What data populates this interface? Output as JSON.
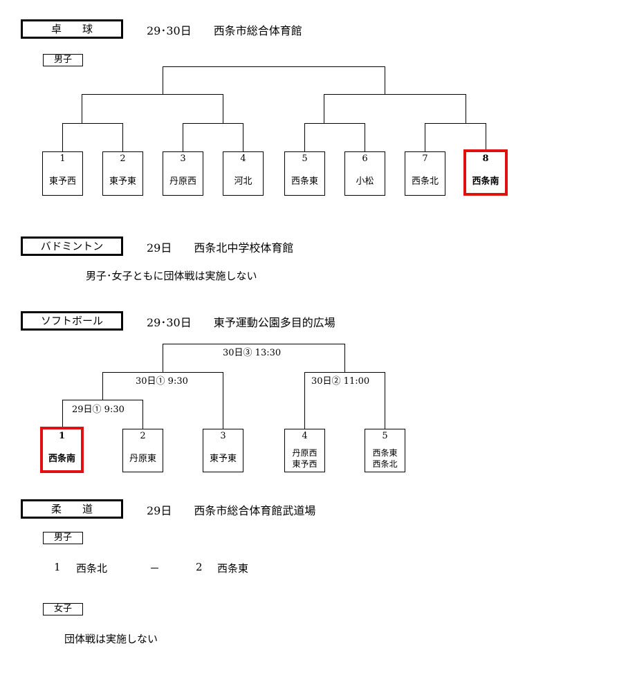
{
  "table_tennis": {
    "title": "卓　　球",
    "info": "29･30日　　西条市総合体育館",
    "division": "男子",
    "teams": [
      {
        "num": "1",
        "name": "東予西"
      },
      {
        "num": "2",
        "name": "東予東"
      },
      {
        "num": "3",
        "name": "丹原西"
      },
      {
        "num": "4",
        "name": "河北"
      },
      {
        "num": "5",
        "name": "西条東"
      },
      {
        "num": "6",
        "name": "小松"
      },
      {
        "num": "7",
        "name": "西条北"
      },
      {
        "num": "8",
        "name": "西条南"
      }
    ]
  },
  "badminton": {
    "title": "バドミントン",
    "info": "29日　　西条北中学校体育館",
    "note": "男子･女子ともに団体戦は実施しない"
  },
  "softball": {
    "title": "ソフトボール",
    "info": "29･30日　　東予運動公園多目的広場",
    "matches": {
      "final": "30日③ 13:30",
      "semi_left": "30日① 9:30",
      "semi_right": "30日② 11:00",
      "first_round": "29日① 9:30"
    },
    "teams": [
      {
        "num": "1",
        "name": "西条南"
      },
      {
        "num": "2",
        "name": "丹原東"
      },
      {
        "num": "3",
        "name": "東予東"
      },
      {
        "num": "4",
        "name_line1": "丹原西",
        "name_line2": "東予西"
      },
      {
        "num": "5",
        "name_line1": "西条東",
        "name_line2": "西条北"
      }
    ]
  },
  "judo": {
    "title": "柔　　道",
    "info": "29日　　西条市総合体育館武道場",
    "boys_label": "男子",
    "boys_match": {
      "a_num": "1",
      "a_name": "西条北",
      "sep": "－",
      "b_num": "2",
      "b_name": "西条東"
    },
    "girls_label": "女子",
    "girls_note": "団体戦は実施しない"
  },
  "colors": {
    "highlight": "#e01010"
  }
}
